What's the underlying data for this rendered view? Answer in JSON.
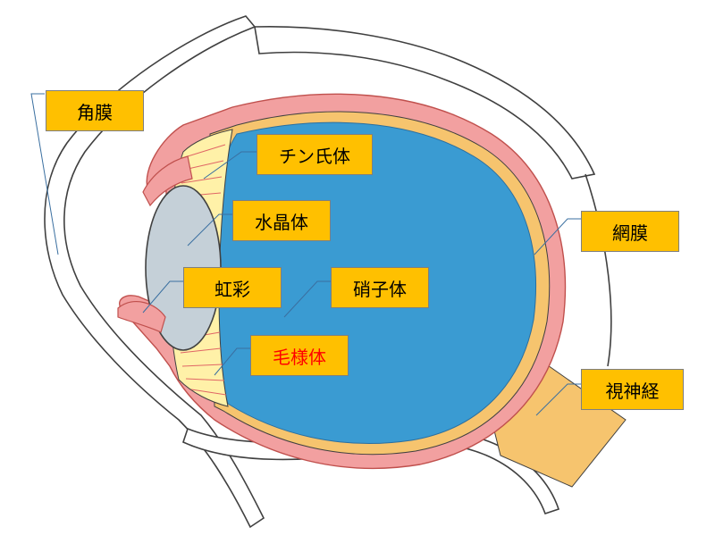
{
  "colors": {
    "vitreous": "#3a9bd2",
    "sclera_pink": "#f2a0a0",
    "sclera_stroke": "#c0504d",
    "retina": "#f6c46e",
    "lens": "#c5d0d8",
    "ciliary": "#fff1a8",
    "zonule_lines": "#e06666",
    "optic_nerve": "#f6c46e",
    "label_fill": "#ffc000",
    "label_border": "#7f7f7f",
    "red_text": "#ff0000"
  },
  "labels": {
    "cornea": "角膜",
    "zonule": "チン氏体",
    "lens": "水晶体",
    "iris": "虹彩",
    "vitreous": "硝子体",
    "ciliary_body": "毛様体",
    "retina": "網膜",
    "optic_nerve": "視神経"
  }
}
